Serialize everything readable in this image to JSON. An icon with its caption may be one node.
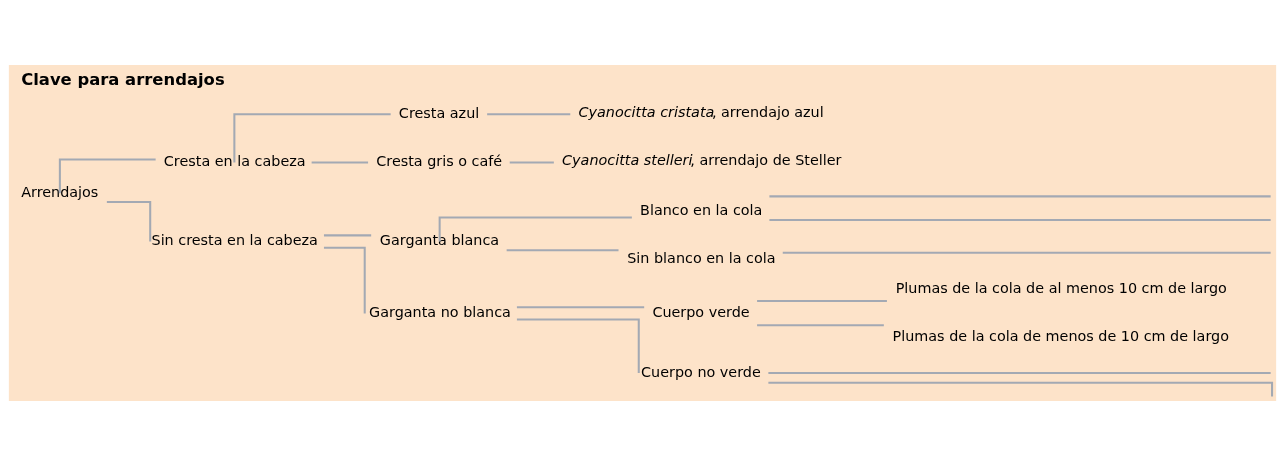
{
  "diagram": {
    "title": "Clave para arrendajos",
    "nodes": [
      {
        "text": [
          "Arrendajos"
        ]
      },
      {
        "text": [
          "Cresta en la cabeza"
        ]
      },
      {
        "text": [
          "Sin cresta en la cabeza"
        ]
      },
      {
        "text": [
          "Cresta azul"
        ]
      },
      {
        "text": [
          "Cresta gris o café"
        ]
      },
      {
        "text": [
          "*Cyanocitta cristata*, arrendajo azul"
        ]
      },
      {
        "text": [
          "*Cyanocitta stelleri*, arrendajo de Steller"
        ]
      },
      {
        "text": [
          "Garganta blanca"
        ]
      },
      {
        "text": [
          "Garganta no blanca"
        ]
      },
      {
        "text": [
          "Blanco en la cola"
        ]
      },
      {
        "text": [
          "Sin blanco en la cola"
        ]
      },
      {
        "text": [
          "Cuerpo verde"
        ]
      },
      {
        "text": [
          "Cuerpo no verde"
        ]
      },
      {
        "text": [
          "Plumas de la cola de al menos 10 cm de largo"
        ]
      },
      {
        "text": [
          "Plumas de la cola de menos de 10 cm de largo"
        ]
      }
    ],
    "edges": [
      {
        "from": 0,
        "to": 1,
        "arrow": "none"
      },
      {
        "from": 0,
        "to": 2,
        "arrow": "none"
      },
      {
        "from": 1,
        "to": 3,
        "arrow": "none"
      },
      {
        "from": 1,
        "to": 4,
        "arrow": "none"
      },
      {
        "from": 3,
        "to": 5,
        "arrow": "none"
      },
      {
        "from": 4,
        "to": 6,
        "arrow": "none"
      },
      {
        "from": 2,
        "to": 7,
        "arrow": "none"
      },
      {
        "from": 2,
        "to": 8,
        "arrow": "none"
      },
      {
        "from": 7,
        "to": 9,
        "arrow": "none"
      },
      {
        "from": 7,
        "to": 10,
        "arrow": "none"
      },
      {
        "from": 9,
        "to": null,
        "arrow": "none"
      },
      {
        "from": 9,
        "to": null,
        "arrow": "none"
      },
      {
        "from": 10,
        "to": null,
        "arrow": "none"
      },
      {
        "from": 8,
        "to": 11,
        "arrow": "none"
      },
      {
        "from": 8,
        "to": 12,
        "arrow": "none"
      },
      {
        "from": 11,
        "to": 13,
        "arrow": "none"
      },
      {
        "from": 11,
        "to": 14,
        "arrow": "none"
      },
      {
        "from": 12,
        "to": null,
        "arrow": "none"
      },
      {
        "from": 12,
        "to": null,
        "arrow": "none"
      }
    ]
  }
}
